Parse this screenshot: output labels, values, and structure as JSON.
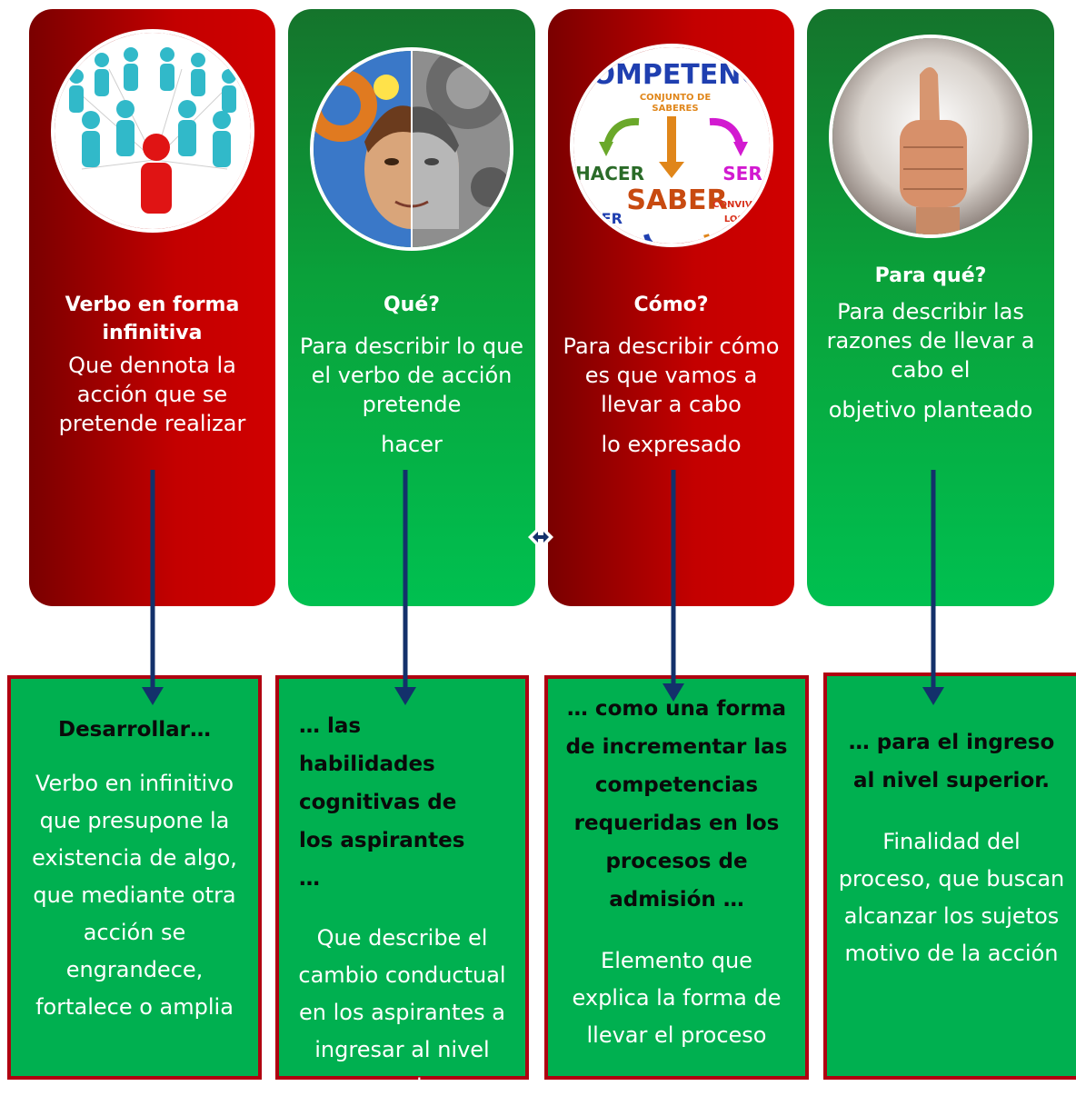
{
  "columns": [
    {
      "card": {
        "title": "Verbo en forma infinitiva",
        "desc": "Que dennota la acción que se pretende realizar",
        "extra": "",
        "image": "network-people-icon"
      },
      "box": {
        "title": "Desarrollar…",
        "desc": "Verbo en infinitivo que presupone la existencia de algo, que mediante otra acción se engrandece, fortalece o amplia"
      }
    },
    {
      "card": {
        "title": "Qué?",
        "desc": "Para describir lo que el verbo de acción pretende",
        "extra": "hacer",
        "image": "mind-gears-icon"
      },
      "box": {
        "title": "… las habilidades cognitivas de los aspirantes …",
        "desc": "Que describe el cambio conductual en los aspirantes a ingresar al nivel superior."
      }
    },
    {
      "card": {
        "title": "Cómo?",
        "desc": "Para describir cómo es que vamos a llevar a cabo",
        "extra": "lo expresado",
        "image": "competencias-diagram-icon",
        "image_text": {
          "top": "COMPETENCI",
          "sub1": "CONJUNTO DE",
          "sub2": "SABERES",
          "hacer": "HACER",
          "ser": "SER",
          "saber": "SABER",
          "saber_left": "ABER",
          "convivir1": "CONVIVIR C",
          "convivir2": "LOS DE"
        }
      },
      "box": {
        "title": "… como una forma de  incrementar las competencias requeridas en los procesos de admisión …",
        "desc": "Elemento que explica la forma de llevar el proceso"
      }
    },
    {
      "card": {
        "title": "Para qué?",
        "desc": "Para describir las razones de llevar a cabo el",
        "extra": "objetivo planteado",
        "image": "thumbs-up-icon"
      },
      "box": {
        "title": "… para el ingreso al nivel superior.",
        "desc": "Finalidad del proceso, que buscan alcanzar los sujetos motivo de la acción"
      }
    }
  ],
  "colors": {
    "red": "#c40000",
    "green": "#00b050",
    "arrow": "#13316b",
    "box_border": "#b00010"
  }
}
